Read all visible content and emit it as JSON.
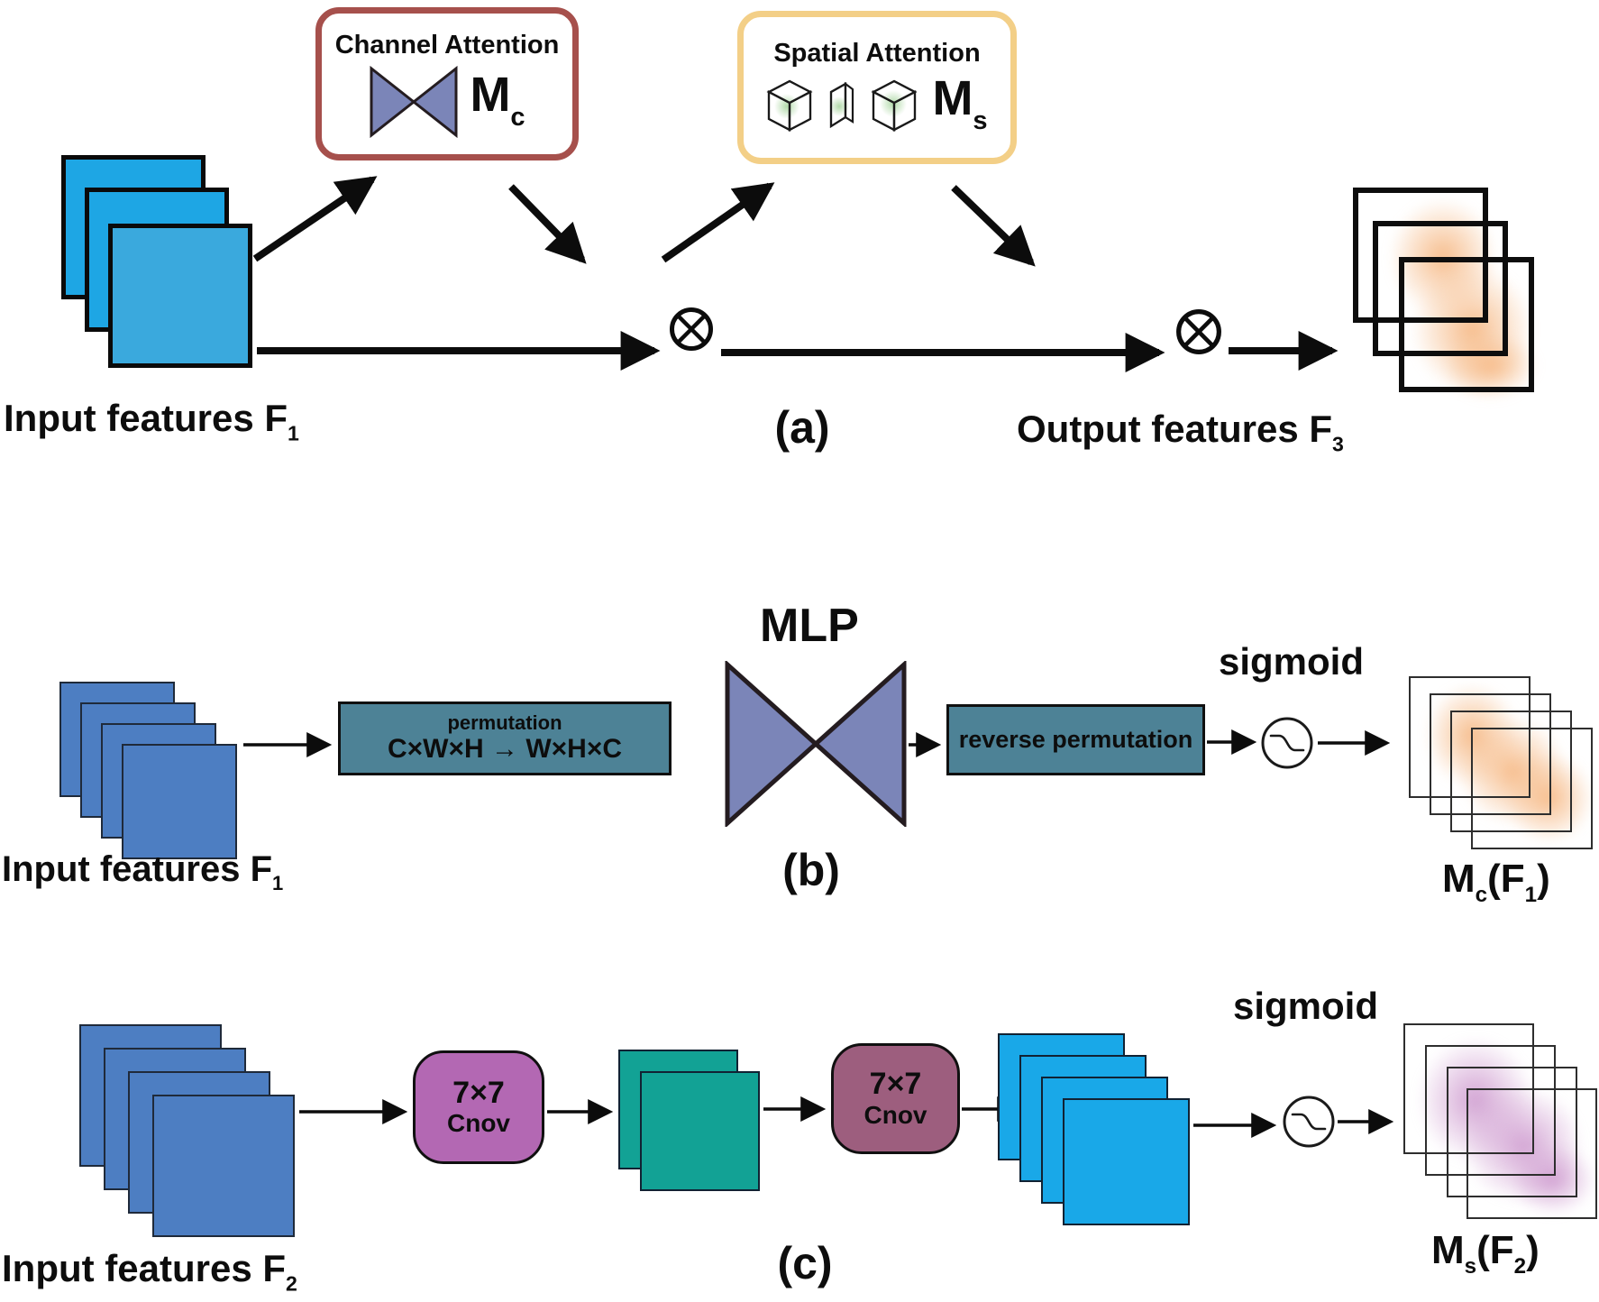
{
  "colors": {
    "input_blue_a": "#1ea6e4",
    "input_blue_a_front": "#3aa9dd",
    "channel_box_border": "#a6504c",
    "spatial_box_border": "#f3cf87",
    "bowtie_fill": "#7b85b8",
    "steel_blue": "#4d7ec2",
    "permutation_box_fill": "#4d8296",
    "conv_box_1_fill": "#b368b3",
    "conv_box_2_fill": "#9d5e7e",
    "teal_feature_fill": "#12a295",
    "bright_blue_feature_fill": "#19a8e8",
    "orange_blob": "#f6ba88",
    "purple_blob": "#cb94cc"
  },
  "panel_a": {
    "label": "(a)",
    "input_label": {
      "text": "Input features F",
      "sub": "1"
    },
    "output_label": {
      "text": "Output features F",
      "sub": "3"
    },
    "channel_attention": {
      "title": "Channel Attention",
      "m": "M",
      "m_sub": "c"
    },
    "spatial_attention": {
      "title": "Spatial Attention",
      "m": "M",
      "m_sub": "s"
    }
  },
  "panel_b": {
    "label": "(b)",
    "input_label": {
      "text": "Input features F",
      "sub": "1"
    },
    "permutation_box": {
      "title": "permutation",
      "formula": "C×W×H → W×H×C"
    },
    "mlp_label": "MLP",
    "reverse_permutation_label": "reverse permutation",
    "sigmoid_label": "sigmoid",
    "output_label": {
      "m": "M",
      "m_sub": "c",
      "open": "(F",
      "f_sub": "1",
      "close": ")"
    }
  },
  "panel_c": {
    "label": "(c)",
    "input_label": {
      "text": "Input features F",
      "sub": "2"
    },
    "conv1": {
      "line1": "7×7",
      "line2": "Cnov"
    },
    "conv2": {
      "line1": "7×7",
      "line2": "Cnov"
    },
    "sigmoid_label": "sigmoid",
    "output_label": {
      "m": "M",
      "m_sub": "s",
      "open": "(F",
      "f_sub": "2",
      "close": ")"
    }
  }
}
